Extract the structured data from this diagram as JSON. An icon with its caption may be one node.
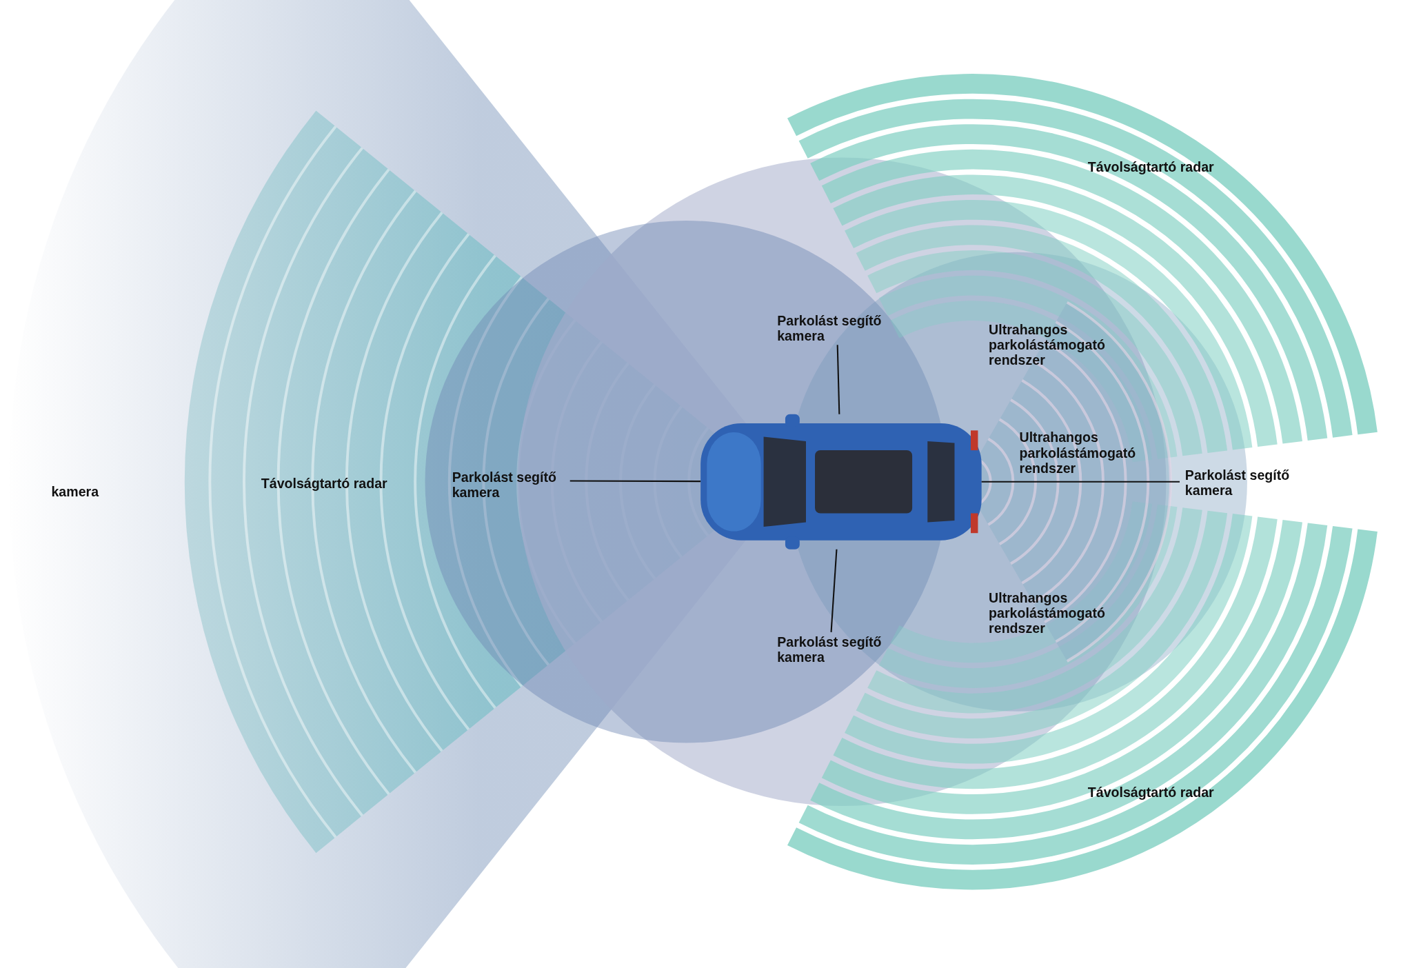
{
  "diagram": {
    "nodes": [
      {
        "text": [
          "Parkolást segítő kamera"
        ]
      },
      {
        "text": [
          "Parkolást segítő kamera"
        ]
      },
      {
        "text": [
          "Parkolást segítő kamera"
        ]
      },
      {
        "text": [
          "Parkolást segítő kamera"
        ]
      },
      {
        "text": [],
        "shape": "picture"
      }
    ],
    "edges": [
      {
        "from": 0,
        "to": 4,
        "arrow": "none"
      },
      {
        "from": 1,
        "to": 4,
        "arrow": "none"
      },
      {
        "from": 2,
        "to": 4,
        "arrow": "none"
      },
      {
        "from": 3,
        "to": 4,
        "arrow": "none"
      }
    ],
    "labels": [
      "Távolságtartó radar",
      "Ultrahangos parkolástámogató rendszer",
      "Ultrahangos parkolástámogató rendszer",
      "kamera",
      "Távolságtartó radar",
      "Ultrahangos parkolástámogató rendszer",
      "Távolságtartó radar"
    ]
  }
}
